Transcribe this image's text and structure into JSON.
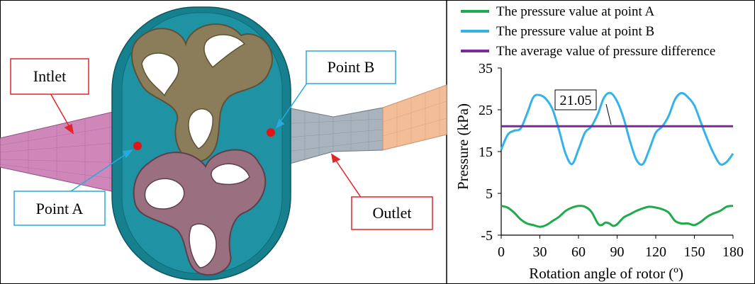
{
  "figure": {
    "callouts": {
      "inlet": "Intlet",
      "point_b": "Point B",
      "point_a": "Point A",
      "outlet": "Outlet"
    },
    "colors": {
      "housing": "#1f8a9a",
      "rotor_upper": "#8c7d5a",
      "rotor_lower": "#9a6f80",
      "inlet_pipe": "#cf86b9",
      "outlet_pipe_gray": "#a8b3be",
      "outlet_pipe_orange": "#f2bd97",
      "callout_red": "#e0252b",
      "callout_blue": "#28a9e0",
      "point_marker": "#e01515"
    }
  },
  "chart_data": {
    "type": "line",
    "xlabel": "Rotation angle of rotor (º)",
    "ylabel": "Pressure (kPa)",
    "xlim": [
      0,
      180
    ],
    "ylim": [
      -5,
      35
    ],
    "xticks": [
      0,
      30,
      60,
      90,
      120,
      150,
      180
    ],
    "yticks": [
      -5,
      5,
      15,
      25,
      35
    ],
    "grid": false,
    "legend_position": "top",
    "annotation": "21.05",
    "series": [
      {
        "name": "The pressure value at point A",
        "color": "#1faa4b",
        "x": [
          0,
          5,
          10,
          15,
          20,
          25,
          30,
          35,
          40,
          45,
          50,
          55,
          60,
          65,
          70,
          75,
          78,
          81,
          84,
          87,
          90,
          95,
          100,
          105,
          110,
          115,
          120,
          125,
          130,
          135,
          140,
          145,
          150,
          155,
          160,
          165,
          170,
          175,
          180
        ],
        "y": [
          2.0,
          1.6,
          0.4,
          -1.2,
          -2.2,
          -2.6,
          -3.0,
          -2.6,
          -1.6,
          -0.6,
          0.8,
          1.6,
          2.0,
          1.8,
          0.6,
          -2.2,
          -2.6,
          -2.0,
          -2.2,
          -2.8,
          -2.4,
          -0.8,
          0.0,
          0.8,
          1.4,
          1.8,
          1.6,
          1.2,
          0.4,
          -1.6,
          -2.2,
          -2.2,
          -2.6,
          -1.8,
          -0.6,
          0.2,
          0.8,
          1.8,
          2.0
        ]
      },
      {
        "name": "The pressure value at point B",
        "color": "#33b3ea",
        "x": [
          0,
          5,
          10,
          15,
          20,
          25,
          30,
          35,
          40,
          45,
          50,
          55,
          60,
          65,
          70,
          75,
          80,
          85,
          90,
          95,
          100,
          105,
          110,
          115,
          120,
          125,
          130,
          135,
          140,
          145,
          150,
          155,
          160,
          165,
          170,
          175,
          180
        ],
        "y": [
          15.5,
          19.0,
          20.0,
          20.5,
          24.0,
          28.0,
          28.5,
          27.5,
          25.0,
          20.0,
          14.5,
          12.0,
          15.5,
          19.5,
          21.0,
          24.0,
          28.0,
          29.0,
          27.0,
          23.0,
          17.5,
          13.0,
          12.0,
          15.5,
          19.5,
          21.0,
          23.5,
          27.5,
          29.0,
          28.0,
          26.0,
          22.0,
          18.0,
          14.5,
          12.0,
          12.5,
          14.5
        ]
      },
      {
        "name": "The average value of pressure difference",
        "color": "#7b2a9a",
        "x": [
          0,
          180
        ],
        "y": [
          21.05,
          21.05
        ]
      }
    ]
  }
}
